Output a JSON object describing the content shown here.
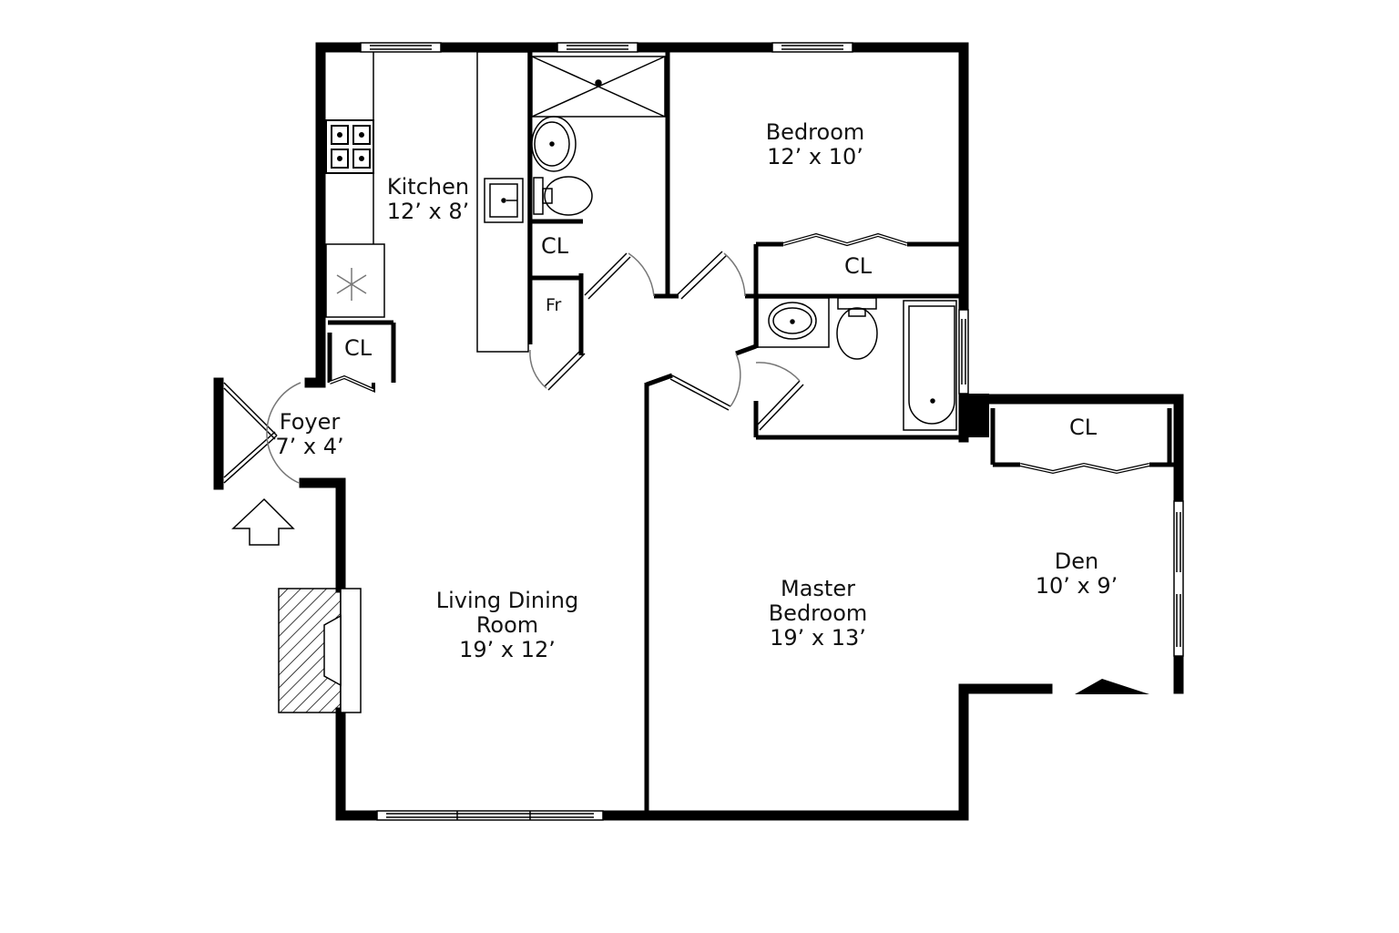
{
  "floorplan": {
    "colors": {
      "wall": "#000000",
      "background": "#ffffff",
      "door_arc": "#777777",
      "text": "#111111"
    },
    "rooms": [
      {
        "id": "kitchen",
        "name": "Kitchen",
        "size": "12’ x 8’"
      },
      {
        "id": "bedroom",
        "name": "Bedroom",
        "size": "12’ x 10’"
      },
      {
        "id": "foyer",
        "name": "Foyer",
        "size": "7’ x 4’"
      },
      {
        "id": "living",
        "name_line1": "Living Dining",
        "name_line2": "Room",
        "size": "19’ x 12’"
      },
      {
        "id": "master",
        "name_line1": "Master",
        "name_line2": "Bedroom",
        "size": "19’ x 13’"
      },
      {
        "id": "den",
        "name": "Den",
        "size": "10’ x 9’"
      }
    ],
    "closets": [
      {
        "id": "cl-bath1",
        "label": "CL"
      },
      {
        "id": "cl-bedroom",
        "label": "CL"
      },
      {
        "id": "cl-foyer",
        "label": "CL"
      },
      {
        "id": "cl-den",
        "label": "CL"
      }
    ],
    "fridge_label": "Fr",
    "fixtures": [
      "stove-icon",
      "refrigerator-icon",
      "kitchen-sink-icon",
      "toilet-icon",
      "bathroom-sink-icon",
      "bathtub-icon",
      "shower-icon",
      "fireplace-icon",
      "entry-arrow-icon"
    ]
  }
}
